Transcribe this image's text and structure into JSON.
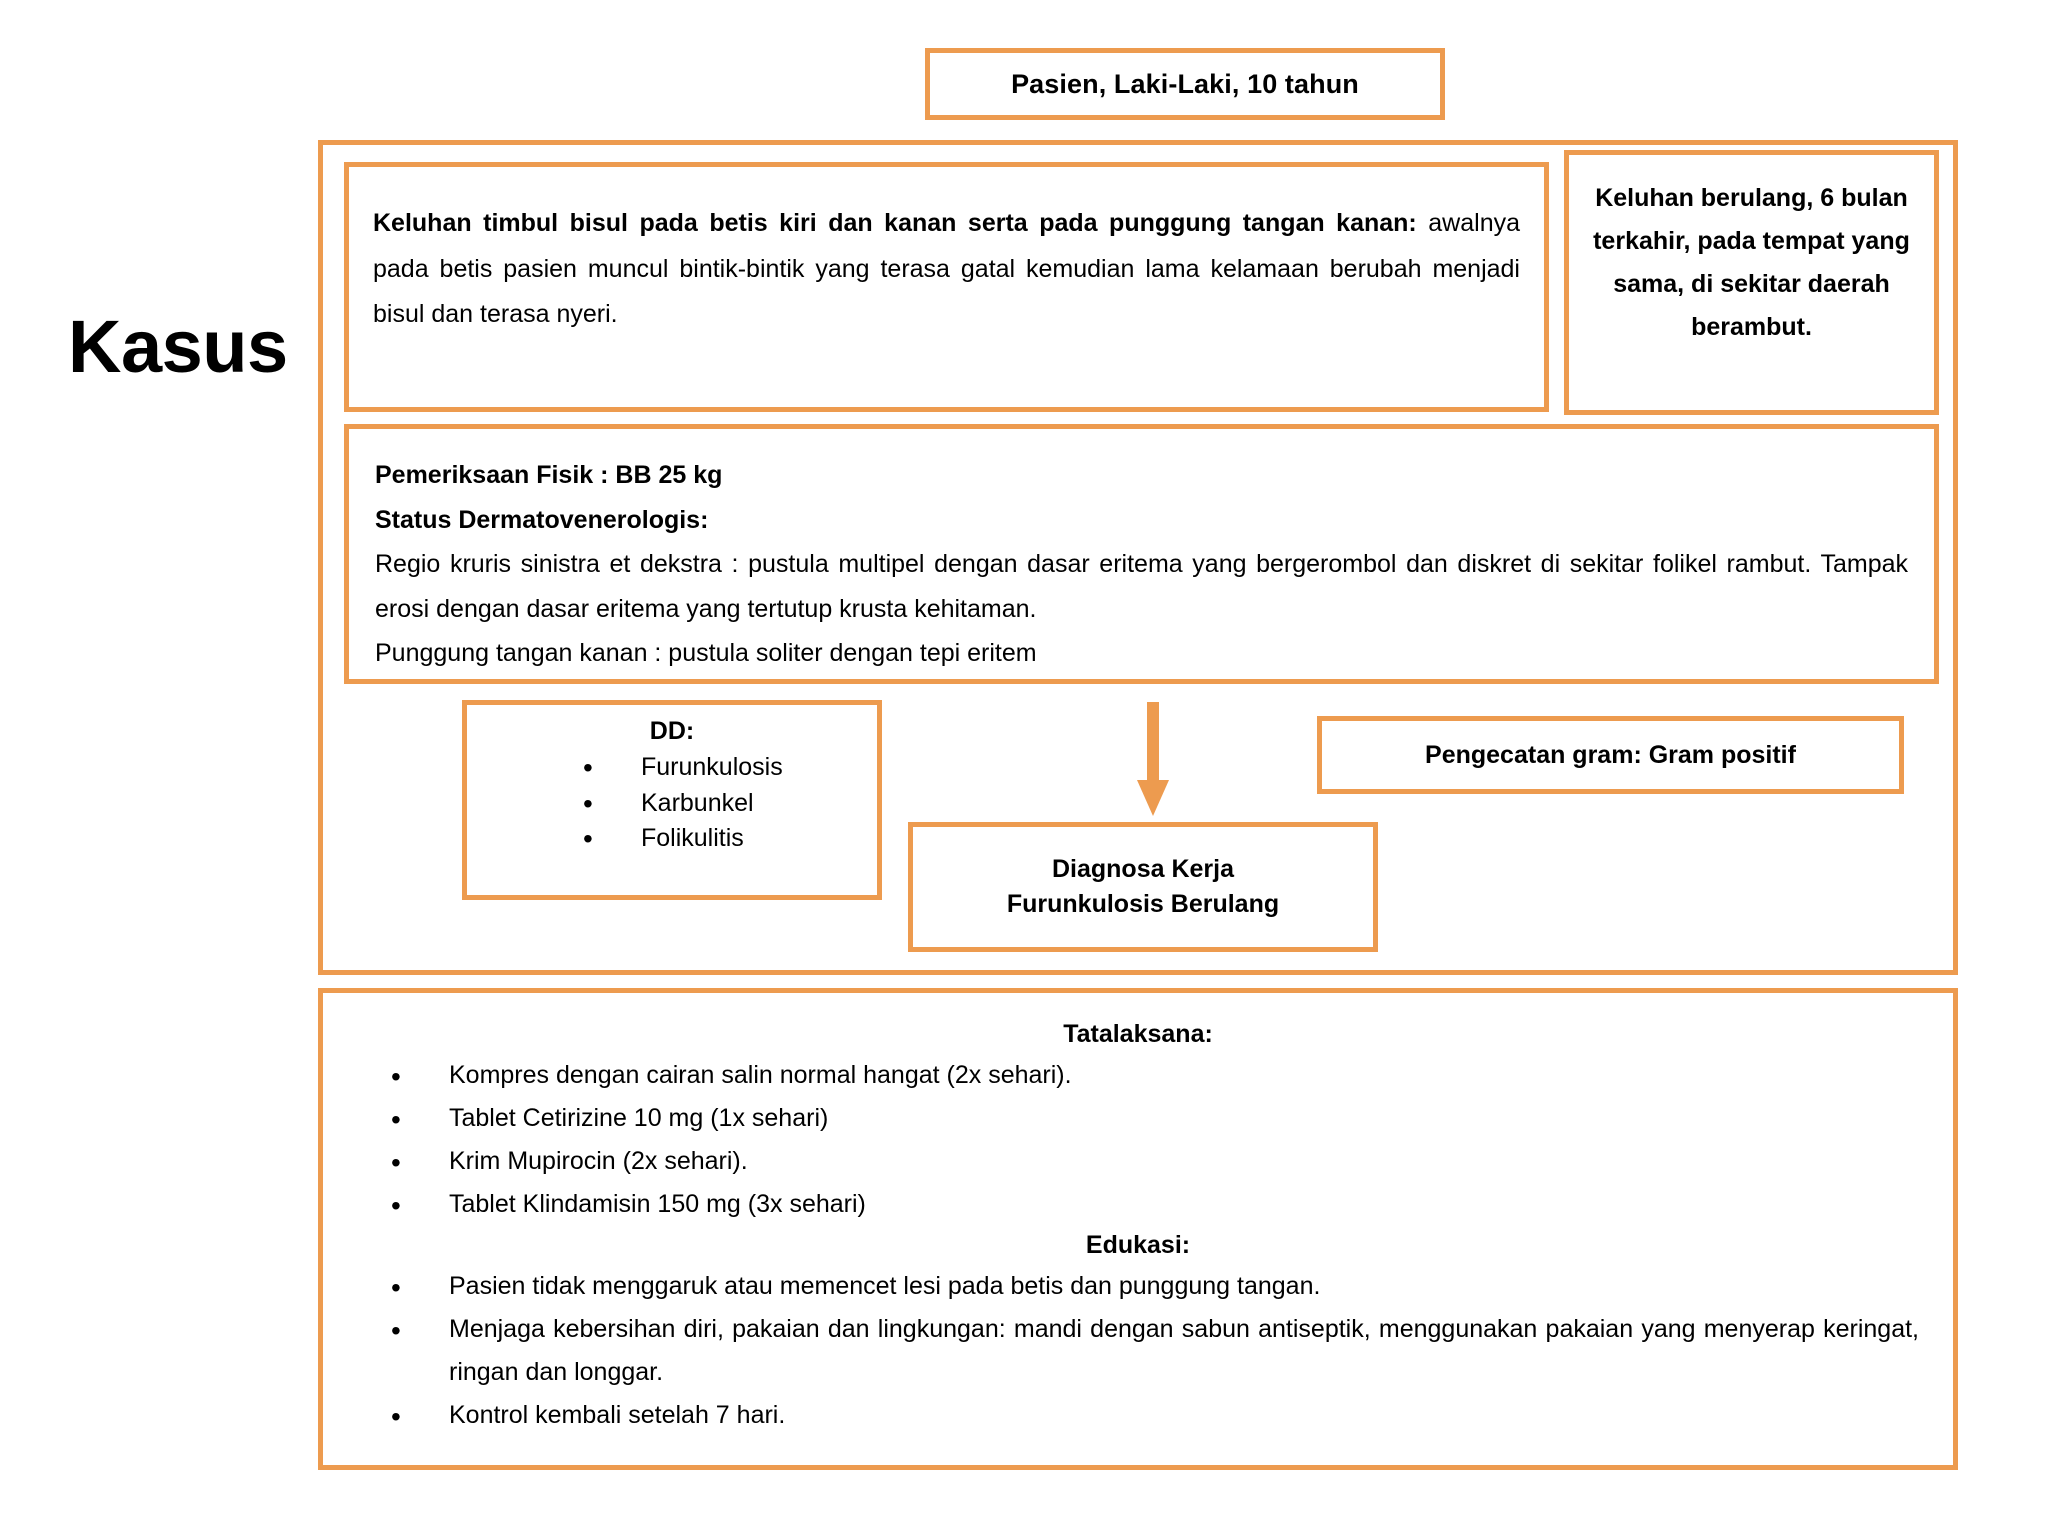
{
  "colors": {
    "accent": "#ED9B4F",
    "background": "#FFFFFF",
    "text": "#000000"
  },
  "section_label": "Kasus",
  "patient_header": "Pasien, Laki-Laki, 10 tahun",
  "complaint": {
    "lead": "Keluhan timbul bisul pada betis kiri dan kanan serta pada punggung tangan kanan:",
    "rest": " awalnya pada betis pasien muncul bintik-bintik yang terasa gatal kemudian lama kelamaan berubah menjadi bisul dan terasa nyeri."
  },
  "recurrence": "Keluhan berulang, 6 bulan terkahir, pada tempat yang sama, di sekitar daerah berambut.",
  "exam": {
    "line1": "Pemeriksaan Fisik : BB 25 kg",
    "line2": "Status Dermatovenerologis:",
    "line3": "Regio kruris sinistra et dekstra : pustula multipel dengan dasar eritema yang bergerombol dan diskret di sekitar folikel rambut. Tampak erosi dengan dasar eritema yang tertutup krusta kehitaman.",
    "line4": "Punggung tangan kanan : pustula soliter dengan tepi eritem"
  },
  "differential": {
    "title": "DD:",
    "items": [
      "Furunkulosis",
      "Karbunkel",
      "Folikulitis"
    ]
  },
  "diagnosis": {
    "label": "Diagnosa Kerja",
    "value": "Furunkulosis Berulang"
  },
  "gram_stain": "Pengecatan gram: Gram positif",
  "plan": {
    "treatment_heading": "Tatalaksana:",
    "treatment_items": [
      "Kompres dengan cairan salin normal hangat (2x sehari).",
      "Tablet Cetirizine 10 mg (1x sehari)",
      "Krim Mupirocin (2x sehari).",
      "Tablet Klindamisin 150 mg (3x sehari)"
    ],
    "education_heading": "Edukasi:",
    "education_items": [
      "Pasien tidak menggaruk atau memencet lesi pada betis dan punggung tangan.",
      "Menjaga kebersihan diri, pakaian dan lingkungan: mandi dengan sabun antiseptik, menggunakan pakaian yang menyerap keringat, ringan dan longgar.",
      "Kontrol kembali setelah 7 hari."
    ]
  },
  "icons": {
    "flow_arrow": "down-arrow-icon"
  }
}
